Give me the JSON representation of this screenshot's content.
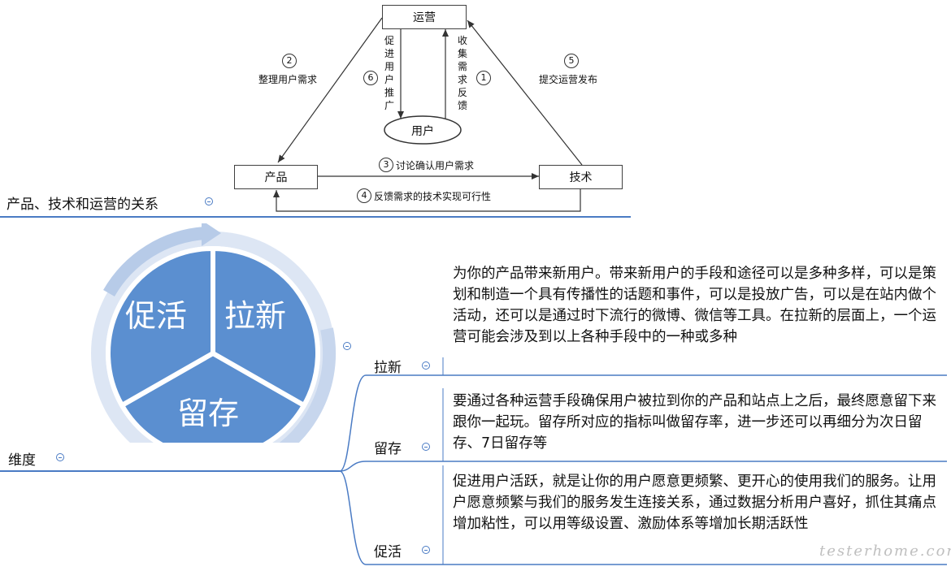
{
  "top_diagram": {
    "nodes": {
      "operations": "运营",
      "user": "用户",
      "product": "产品",
      "tech": "技术"
    },
    "edges": {
      "e1": {
        "num": "1",
        "label": "收集需求反馈"
      },
      "e2": {
        "num": "2",
        "label": "整理用户需求"
      },
      "e3": {
        "num": "3",
        "label": "讨论确认用户需求"
      },
      "e4": {
        "num": "4",
        "label": "反馈需求的技术实现可行性"
      },
      "e5": {
        "num": "5",
        "label": "提交运营发布"
      },
      "e6": {
        "num": "6",
        "label": "促进用户推广"
      }
    }
  },
  "mindmap": {
    "relation_title": "产品、技术和运营的关系",
    "dimension_title": "维度",
    "cycle": {
      "segment_a": "促活",
      "segment_b": "拉新",
      "segment_c": "留存"
    },
    "branches": [
      {
        "label": "拉新",
        "description": "为你的产品带来新用户。带来新用户的手段和途径可以是多种多样，可以是策划和制造一个具有传播性的话题和事件，可以是投放广告，可以是在站内做个活动，还可以是通过时下流行的微博、微信等工具。在拉新的层面上，一个运营可能会涉及到以上各种手段中的一种或多种"
      },
      {
        "label": "留存",
        "description": "要通过各种运营手段确保用户被拉到你的产品和站点上之后，最终愿意留下来跟你一起玩。留存所对应的指标叫做留存率，进一步还可以再细分为次日留存、7日留存等"
      },
      {
        "label": "促活",
        "description": "促进用户活跃，就是让你的用户愿意更频繁、更开心的使用我们的服务。让用户愿意频繁与我们的服务发生连接关系，通过数据分析用户喜好，抓住其痛点增加粘性，可以用等级设置、激励体系等增加长期活跃性"
      }
    ]
  },
  "watermark": "testerhome.com",
  "colors": {
    "accent": "#4a7bc4",
    "cycle_fill": "#5b8fd0",
    "cycle_ring": "#b7cbe8"
  }
}
